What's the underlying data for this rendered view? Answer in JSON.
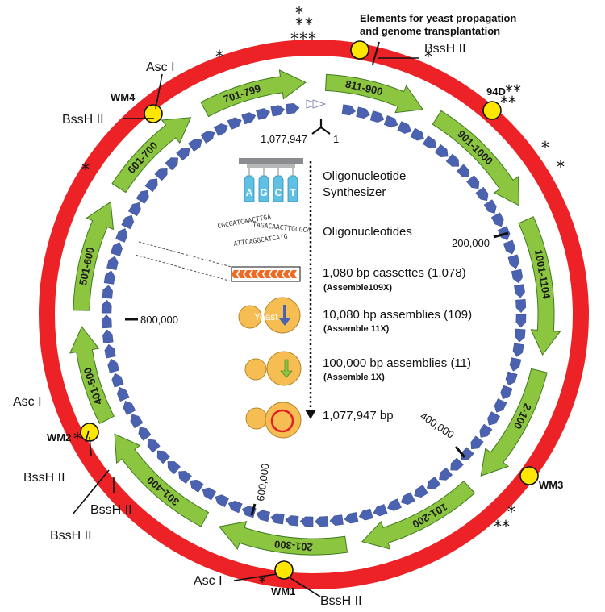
{
  "colors": {
    "outer_ring": "#ec2227",
    "segments": "#8cc641",
    "segment_stroke": "#3f7a1f",
    "cassettes": "#4a62b0",
    "site_marker": "#ffe600",
    "yeast_cell": "#f6be52",
    "mini_cassette": "#ee6b23",
    "plasmid": "#e11f26"
  },
  "header": {
    "line1": "Elements for yeast propagation",
    "line2": "and genome transplantation"
  },
  "segments": [
    "811-900",
    "901-1000",
    "1001-1104",
    "2-100",
    "101-200",
    "201-300",
    "301-400",
    "401-500",
    "501-600",
    "601-700",
    "701-799"
  ],
  "ring_labels": {
    "origin_left": "1,077,947",
    "origin_right": "1",
    "p200k": "200,000",
    "p400k": "400,000",
    "p600k": "600,000",
    "p800k": "800,000"
  },
  "watermarks": {
    "wm1": "WM1",
    "wm2": "WM2",
    "wm3": "WM3",
    "wm4": "WM4",
    "d94": "94D"
  },
  "sites": {
    "asc1": "Asc I",
    "bssh2": "BssH II"
  },
  "stars": {
    "one": "*",
    "two": "**",
    "three": "***"
  },
  "workflow": {
    "synth": "Oligonucleotide",
    "synth2": "Synthesizer",
    "bases": [
      "A",
      "G",
      "C",
      "T"
    ],
    "oligos": "Oligonucleotides",
    "oligo_seqs": [
      "CGCGATCAACTTGA",
      "TAGACAACTTGCGCA",
      "ATTCAGGCATCATG"
    ],
    "cassettes": "1,080 bp cassettes (1,078)",
    "cassettes_sub": "(Assemble109X)",
    "a10k": "10,080 bp assemblies (109)",
    "a10k_sub": "(Assemble 11X)",
    "a100k": "100,000 bp assemblies (11)",
    "a100k_sub": "(Assemble 1X)",
    "final": "1,077,947 bp",
    "yeast": "Yeast"
  }
}
